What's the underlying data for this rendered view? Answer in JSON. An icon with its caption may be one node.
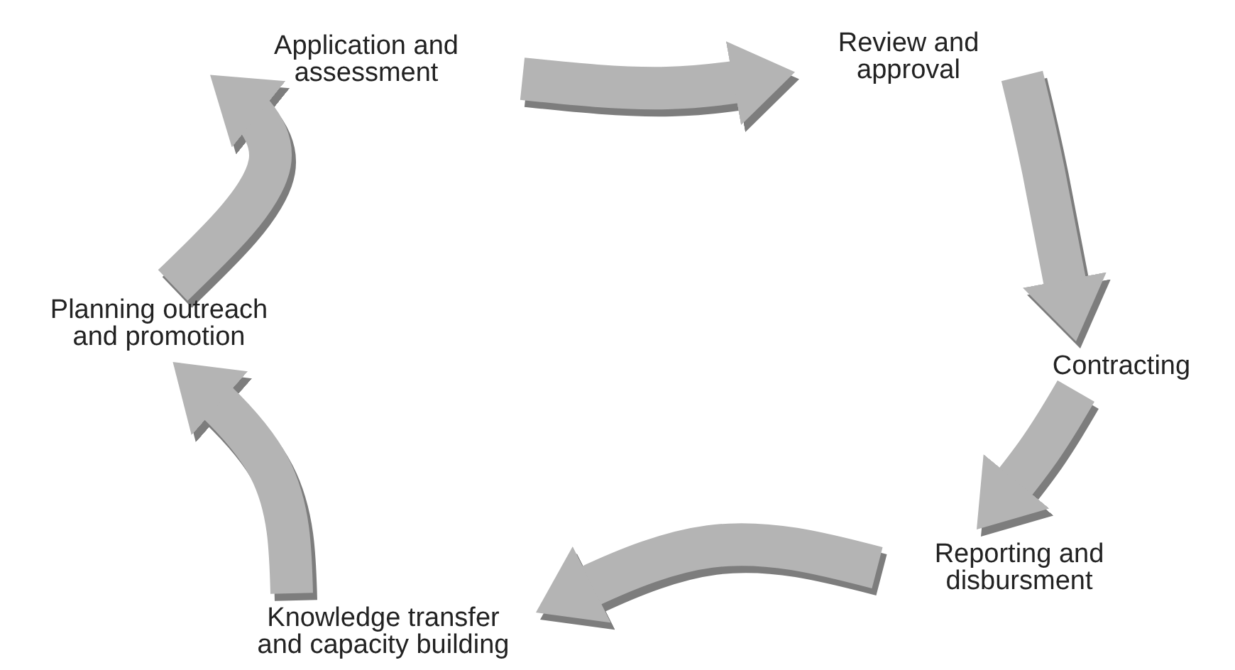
{
  "diagram": {
    "nodes": [
      {
        "text": [
          "Application and assessment"
        ]
      },
      {
        "text": [
          "Review and approval"
        ]
      },
      {
        "text": [
          "Contracting"
        ]
      },
      {
        "text": [
          "Reporting and disbursment"
        ]
      },
      {
        "text": [
          "Knowledge transfer and capacity building"
        ]
      },
      {
        "text": [
          "Planning outreach and promotion"
        ]
      }
    ],
    "edges": [
      {
        "from": 0,
        "to": 1,
        "arrow": "to"
      },
      {
        "from": 1,
        "to": 2,
        "arrow": "to"
      },
      {
        "from": 2,
        "to": 3,
        "arrow": "to"
      },
      {
        "from": 3,
        "to": 4,
        "arrow": "to"
      },
      {
        "from": 4,
        "to": 5,
        "arrow": "to"
      },
      {
        "from": 5,
        "to": 0,
        "arrow": "to"
      }
    ]
  }
}
